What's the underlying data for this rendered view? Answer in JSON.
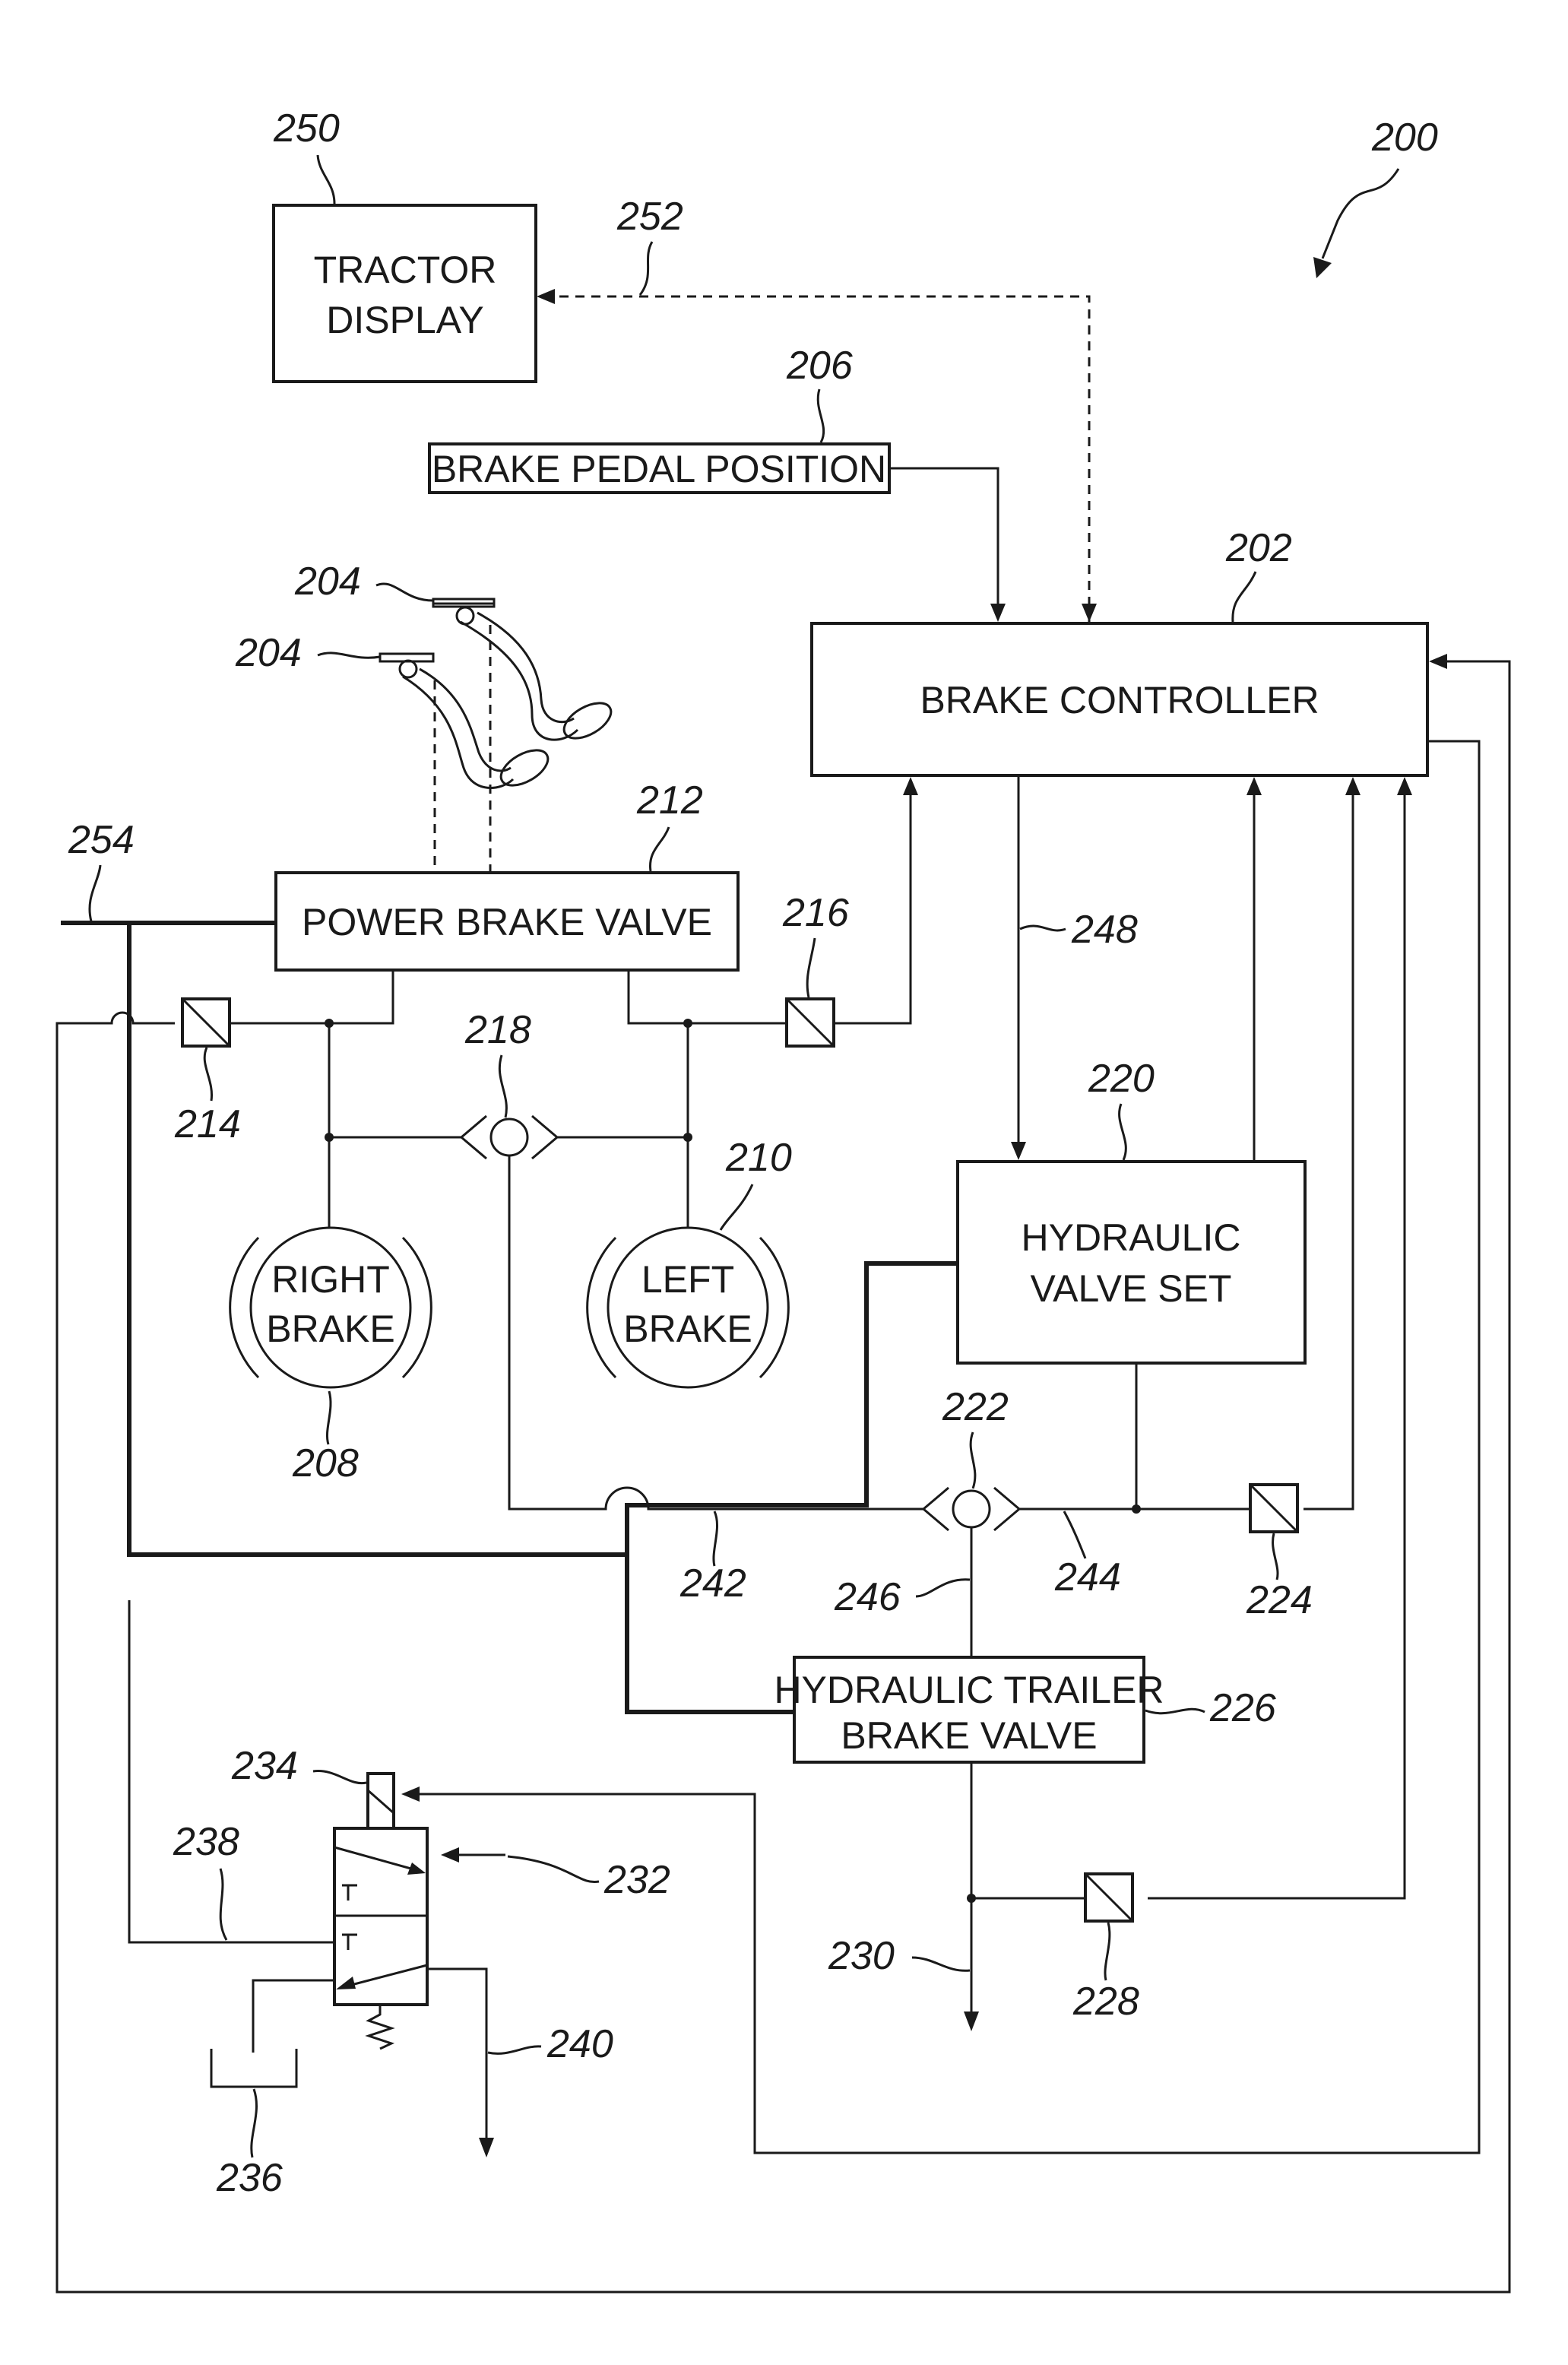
{
  "blocks": {
    "tractor_display": [
      "TRACTOR",
      "DISPLAY"
    ],
    "brake_pedal_position": "BRAKE PEDAL POSITION",
    "brake_controller": "BRAKE CONTROLLER",
    "power_brake_valve": "POWER BRAKE VALVE",
    "right_brake": [
      "RIGHT",
      "BRAKE"
    ],
    "left_brake": [
      "LEFT",
      "BRAKE"
    ],
    "hydraulic_valve_set": [
      "HYDRAULIC",
      "VALVE SET"
    ],
    "hydraulic_trailer_brake_valve": [
      "HYDRAULIC TRAILER",
      "BRAKE VALVE"
    ]
  },
  "refs": {
    "r200": "200",
    "r202": "202",
    "r204a": "204",
    "r204b": "204",
    "r206": "206",
    "r208": "208",
    "r210": "210",
    "r212": "212",
    "r214": "214",
    "r216": "216",
    "r218": "218",
    "r220": "220",
    "r222": "222",
    "r224": "224",
    "r226": "226",
    "r228": "228",
    "r230": "230",
    "r232": "232",
    "r234": "234",
    "r236": "236",
    "r238": "238",
    "r240": "240",
    "r242": "242",
    "r244": "244",
    "r246": "246",
    "r248": "248",
    "r250": "250",
    "r252": "252",
    "r254": "254"
  }
}
